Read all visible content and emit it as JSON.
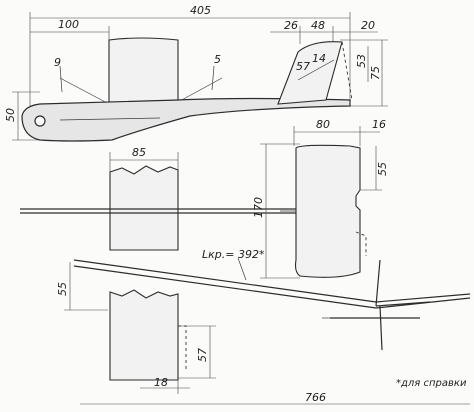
{
  "side_view": {
    "dims": {
      "overall_length": "405",
      "wing_position": "100",
      "fin_width": "26",
      "stab_offset": "48",
      "rear_gap": "20",
      "fin_height": "75",
      "fin_top": "53",
      "fin_sweep": "57",
      "fin_chord": "14",
      "wing_angle": "9",
      "stab_angle": "5",
      "fuselage_height": "50"
    }
  },
  "top_view": {
    "dims": {
      "wing_chord": "85",
      "stab_chord": "80",
      "stab_tip": "16",
      "stab_cutout": "55",
      "stab_span": "170"
    }
  },
  "front_view": {
    "dims": {
      "dihedral": "55",
      "tip_cutout": "57",
      "tip_width": "18",
      "wingspan": "766"
    },
    "launch_line_label": "Lкр.= 392*"
  },
  "footnote": "*для справки"
}
